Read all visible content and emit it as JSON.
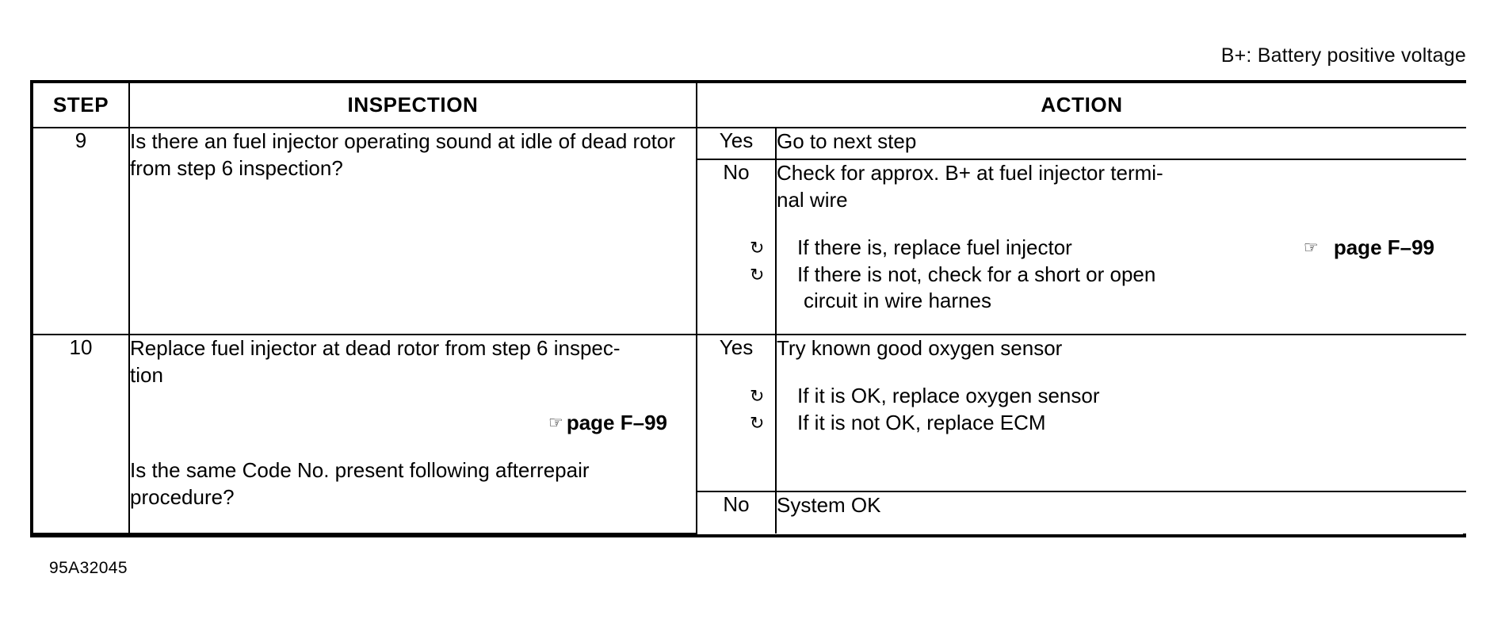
{
  "legend": {
    "text": "B+: Battery positive voltage"
  },
  "table": {
    "headers": {
      "step": "STEP",
      "inspection": "INSPECTION",
      "action": "ACTION"
    },
    "rows": [
      {
        "step": "9",
        "inspection": "Is there an fuel injector operating sound at idle of dead rotor from step 6 inspection?",
        "branches": [
          {
            "answer": "Yes",
            "action_text": "Go to next step",
            "bullets": [],
            "reference": ""
          },
          {
            "answer": "No",
            "action_text": "Check for approx. B+ at fuel injector termi-nal wire",
            "bullets": [
              "If there is, replace fuel injector",
              "If there is not, check for a short or open circuit in wire harnes"
            ],
            "reference": "page F–99"
          }
        ]
      },
      {
        "step": "10",
        "inspection": "Replace fuel injector at dead rotor from step 6 inspection",
        "inspection_reference": "page F–99",
        "inspection_question": "Is the same Code No. present following afterrepair procedure?",
        "branches": [
          {
            "answer": "Yes",
            "action_text": "Try known good oxygen sensor",
            "bullets": [
              "If it is OK, replace oxygen sensor",
              "If it is not OK, replace ECM"
            ],
            "reference": ""
          },
          {
            "answer": "No",
            "action_text": "System OK",
            "bullets": [],
            "reference": ""
          }
        ]
      }
    ]
  },
  "icons": {
    "bullet": "↻",
    "hand": "☞"
  },
  "footer": {
    "code": "95A32045"
  }
}
